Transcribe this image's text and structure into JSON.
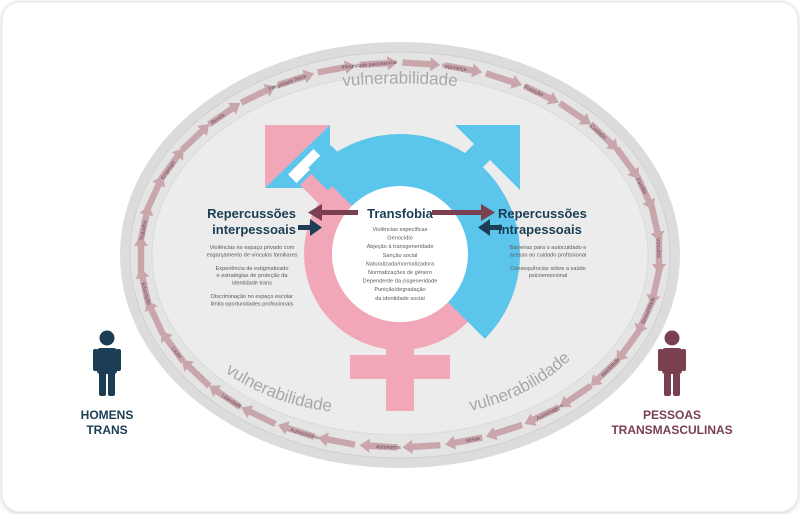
{
  "center": {
    "title": "Transfobia",
    "items": [
      "Violências específicas",
      "Genocídio",
      "Abjeção à transgeneridade",
      "Sanção social",
      "Naturalizada/normalizadora",
      "Normatizações de gênero",
      "Dependente da cisgeneridade",
      "Punição/degradação",
      "da identidade social"
    ]
  },
  "left_panel": {
    "title_line1": "Repercussões",
    "title_line2": "interpessoais",
    "paragraphs": [
      [
        "Violências no espaço privado com",
        "esgarçamento de vínculos familiares"
      ],
      [
        "Experiência de estigmatizado",
        "e estratégias de proteção da",
        "identidade trans"
      ],
      [
        "Discriminação no espaço escolar",
        "limita oportunidades profissionais"
      ]
    ]
  },
  "right_panel": {
    "title_line1": "Repercussões",
    "title_line2": "intrapessoais",
    "paragraphs": [
      [
        "Barreiras para o autocuidado e",
        "acesso ao cuidado profissional"
      ],
      [
        "Consequências sobre a saúde",
        "psicoemocional"
      ]
    ]
  },
  "vulnerability_label": "vulnerabilidade",
  "ring_labels": [
    "Integridade psicossocial",
    "Segurança",
    "Proteção",
    "Cuidado",
    "Família",
    "Vínculos",
    "Sexualidade",
    "Identidade",
    "Autoimagem",
    "Metas",
    "Autonomia",
    "Autoconceito",
    "Liberdade",
    "Lazer",
    "Educação",
    "Trabalho",
    "Emprego",
    "Renda",
    "Integridade física"
  ],
  "persons": {
    "left_line1": "HOMENS",
    "left_line2": "TRANS",
    "right_line1": "PESSOAS",
    "right_line2": "TRANSMASCULINAS"
  },
  "colors": {
    "pink": "#f2a7b8",
    "blue": "#5bc5ec",
    "navy": "#1b3e55",
    "maroon": "#7a4050",
    "arrow_ring": "#c9a5ac",
    "ellipse_fill": "#ececec"
  }
}
